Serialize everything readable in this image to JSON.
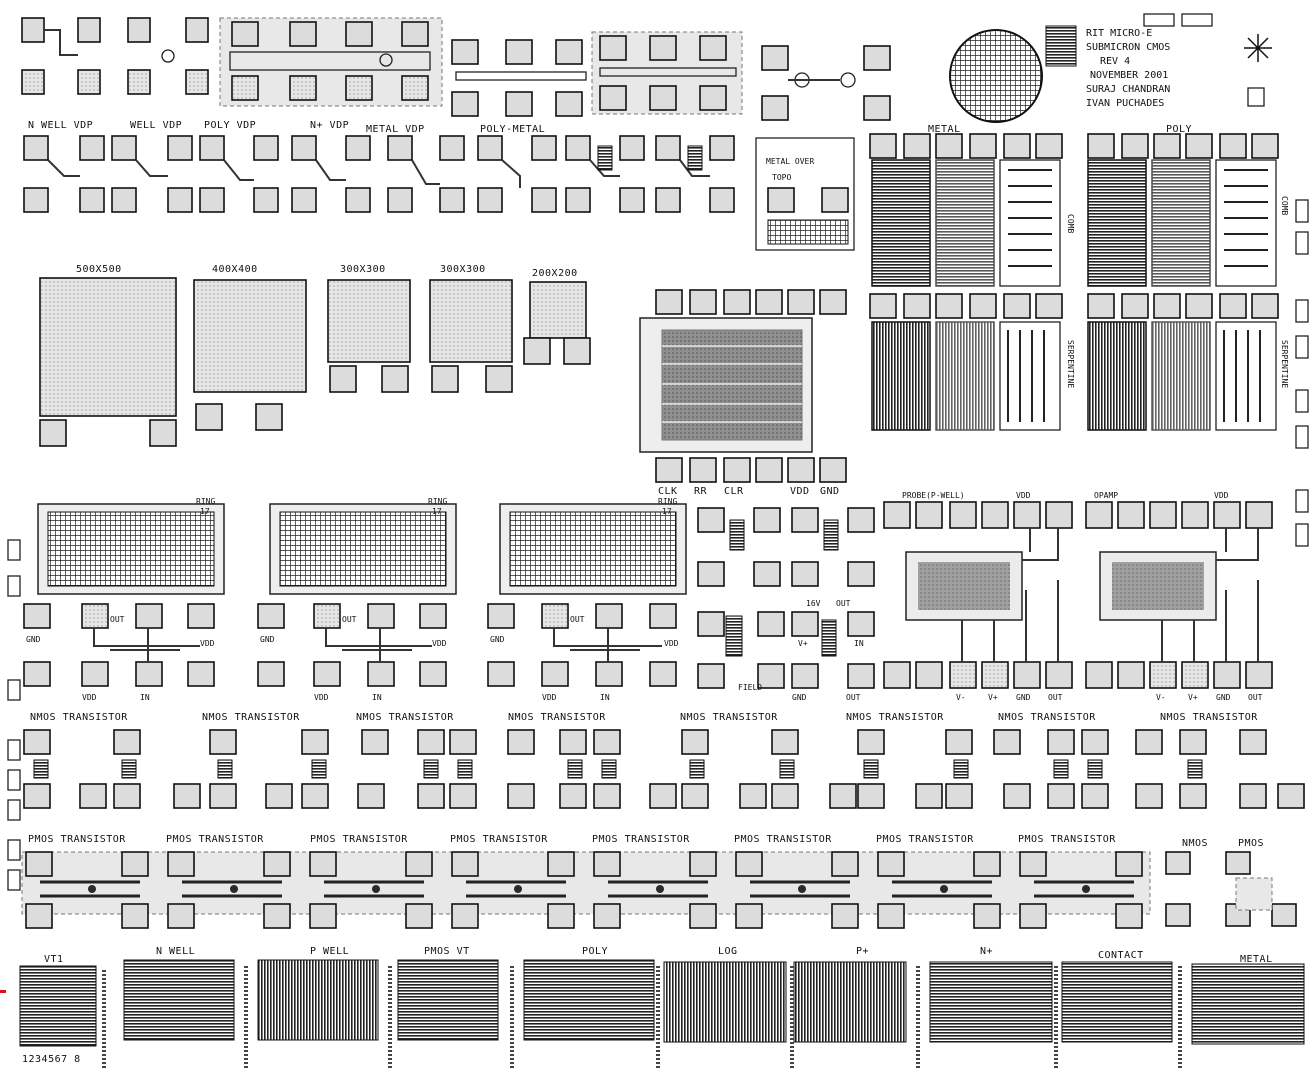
{
  "header": {
    "lines": [
      "RIT MICRO-E",
      "SUBMICRON CMOS",
      "REV 4",
      "NOVEMBER 2001",
      "SURAJ CHANDRAN",
      "IVAN PUCHADES"
    ]
  },
  "test_structures": {
    "vdp_labels": [
      "N WELL VDP",
      "WELL VDP",
      "POLY VDP",
      "N+ VDP",
      "METAL VDP",
      "POLY-METAL"
    ],
    "capacitor_labels": [
      "500X500",
      "400X400",
      "300X300",
      "300X300",
      "200X200"
    ],
    "serpentine_labels": [
      "METAL",
      "POLY"
    ],
    "comb_label": "COMB",
    "serp_vertical": "SERPENTINE",
    "metal_over_topo": [
      "METAL OVER",
      "TOPO"
    ],
    "counter_pads": [
      "CLK",
      "RR",
      "CLR",
      "VDD",
      "GND"
    ],
    "ring_osc": {
      "name": "RING",
      "stages": "17",
      "pads": [
        "GND",
        "OUT",
        "VDD",
        "VDD",
        "IN"
      ]
    },
    "opamp_labels": [
      "PROBE(P-WELL)",
      "VDD",
      "OPAMP",
      "VDD"
    ],
    "opamp_pads": [
      "V-",
      "V+",
      "GND",
      "OUT"
    ],
    "inverter_labels": [
      "16V",
      "OUT",
      "V+",
      "IN",
      "GND",
      "OUT",
      "FIELD"
    ],
    "nmos_labels": [
      "NMOS TRANSISTOR",
      "NMOS TRANSISTOR",
      "NMOS TRANSISTOR",
      "NMOS TRANSISTOR",
      "NMOS TRANSISTOR",
      "NMOS TRANSISTOR",
      "NMOS TRANSISTOR",
      "NMOS TRANSISTOR"
    ],
    "pmos_labels": [
      "PMOS TRANSISTOR",
      "PMOS TRANSISTOR",
      "PMOS TRANSISTOR",
      "PMOS TRANSISTOR",
      "PMOS TRANSISTOR",
      "PMOS TRANSISTOR",
      "PMOS TRANSISTOR",
      "PMOS TRANSISTOR"
    ],
    "small_labels": [
      "NMOS",
      "PMOS"
    ],
    "resolution_labels": [
      "VT1",
      "N WELL",
      "P WELL",
      "PMOS VT",
      "POLY",
      "LOG",
      "P+",
      "N+",
      "CONTACT",
      "METAL"
    ],
    "res_scale": "1234567 8"
  }
}
